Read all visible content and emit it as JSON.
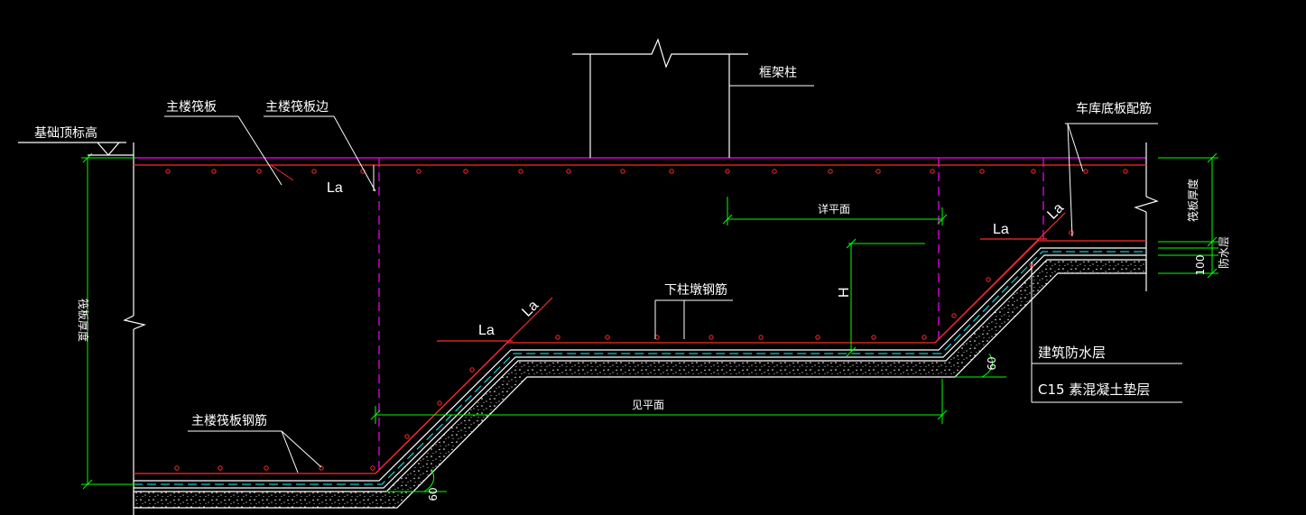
{
  "labels": {
    "foundation_top": "基础顶标高",
    "main_raft": "主楼筏板",
    "main_raft_edge": "主楼筏板边",
    "frame_column": "框架柱",
    "garage_rebar": "车库底板配筋",
    "la": "La",
    "see_plan_1": "详平面",
    "see_plan_2": "见平面",
    "lower_pier_rebar": "下柱墩钢筋",
    "h": "H",
    "raft_thickness_left": "筏板厚度",
    "raft_thickness_right": "筏板厚度",
    "waterproof_small": "防水层",
    "dim_100": "100",
    "building_waterproof": "建筑防水层",
    "c15_cushion": "C15 素混凝土垫层",
    "main_raft_rebar": "主楼筏板钢筋",
    "angle_60": "60"
  },
  "colors": {
    "background": "#000000",
    "line_white": "#ffffff",
    "rebar_red": "#ff2a2a",
    "dim_green": "#00ff00",
    "edge_magenta": "#ff00ff",
    "cyan": "#00ffff"
  }
}
